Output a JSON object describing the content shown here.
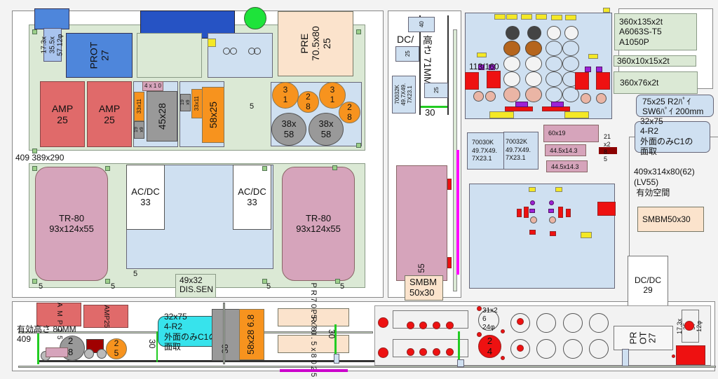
{
  "diagram": {
    "left_panel": {
      "prot_top": "PROT\n27",
      "prot_small": "17.3x\n35.5x\n57 12φ",
      "amp1": "AMP\n25",
      "amp2": "AMP\n25",
      "comp_4x10": "4 x 1 0",
      "comp_33x11_a": "33x11",
      "comp_19x9_a": "19\nx9",
      "comp_45x28": "45x28",
      "comp_19x9_b": "19\nx9",
      "comp_33x11_b": "33x11",
      "comp_58x25": "58x25",
      "pre": "PRE\n70.5x80\n25",
      "cap_31_a": "3\n1",
      "cap_28_a": "2\n8",
      "cap_31_b": "3\n1",
      "cap_28_b": "2\n8",
      "cap_38x58_a": "38x\n58",
      "cap_38x58_b": "38x\n58",
      "board_size": "409 389x290",
      "tr_left": "TR-80\n93x124x55",
      "tr_right": "TR-80\n93x124x55",
      "acdc_left": "AC/DC\n33",
      "acdc_right": "AC/DC\n33",
      "dis_sen": "49x32\nDIS.SEN",
      "spacing_label": "5"
    },
    "middle_panel": {
      "dcdc_partial": "DC/",
      "height_label": "高さ 71MM",
      "block_40": "40",
      "block_25_a": "25",
      "block_25_b": "25",
      "inductor_70032k": "70032K\n49.7X49.\n7X23.1",
      "dim_30": "30",
      "smbm_pink_label": "55",
      "smbm": "SMBM\n50x30"
    },
    "right_panel": {
      "label_113160": "113/160",
      "inductor_70030k": "70030K\n49.7X49.\n7X23.1",
      "inductor_70032k_b": "70032K\n49.7X49.\n7X23.1",
      "comp_60x19": "60x19",
      "comp_445_a": "44.5x14.3",
      "comp_445_b": "44.5x14.3",
      "comp_21x2": "21\nx2\n8.\n5",
      "plate1": "360x135x2t\nA6063S-T5\nA1050P",
      "plate2": "360x10x15x2t",
      "plate3": "360x76x2t",
      "note1": "75x25 R2ﾊﾟｲ\nSW6ﾊﾟｲ 200mm",
      "note2": "32x75\n4-R2\n外面のみC1の\n面取",
      "space_info": "409x314x80(62)\n(LV55)\n 有効空間",
      "smbm_right": "SMBM50x30",
      "dcdc_right": "DC/DC\n29"
    },
    "bottom_panel": {
      "amp_a": "AMP25",
      "amp_b": "AMP25",
      "height_note": "有効高さ 80MM",
      "label_409": "409",
      "dim_30_left": "30",
      "dim_30_mid": "30",
      "note_cyan": "32x75\n4-R2\n外面のみC1の\n面取",
      "comp_38": "38",
      "comp_58x28": "58x28 6.8",
      "pre_a": "PR70.5x8025",
      "pre_b": "PR70.5x8025",
      "cap_25": "2\n5",
      "cap_28": "2\n8",
      "cap_31x26": "31x2\n6\n24φ",
      "cap_24": "2\n4",
      "prot_bottom": "PR\nOT\n27",
      "prot_small_bottom": "17.3x\n35\n57\n12φ"
    }
  }
}
